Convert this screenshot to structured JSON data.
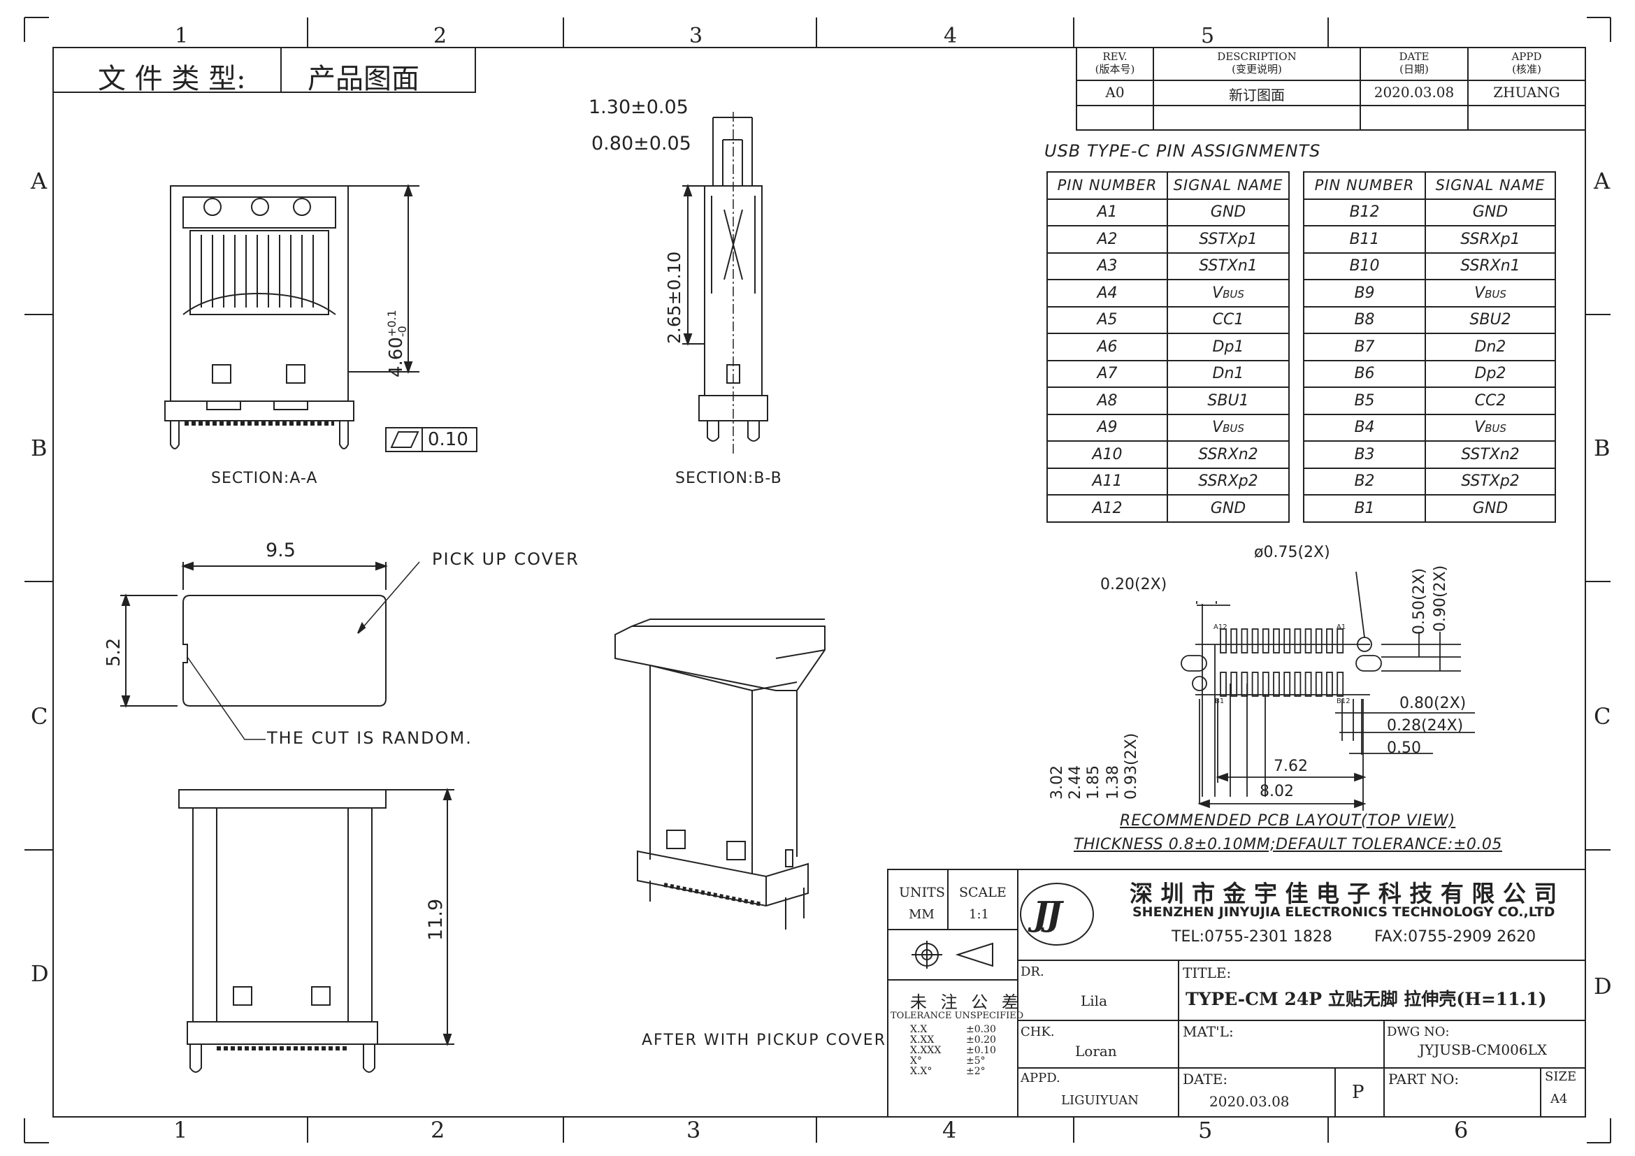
{
  "frame": {
    "col_numbers": [
      "1",
      "2",
      "3",
      "4",
      "5",
      "6"
    ],
    "row_letters": [
      "A",
      "B",
      "C",
      "D"
    ]
  },
  "doc_type": {
    "label": "文 件 类 型:",
    "value": "产品图面"
  },
  "revision": {
    "headers": [
      {
        "en": "REV.",
        "cn": "(版本号)"
      },
      {
        "en": "DESCRIPTION",
        "cn": "(变更说明)"
      },
      {
        "en": "DATE",
        "cn": "(日期)"
      },
      {
        "en": "APPD",
        "cn": "(核准)"
      }
    ],
    "rows": [
      {
        "rev": "A0",
        "desc": "新订图面",
        "date": "2020.03.08",
        "appd": "ZHUANG"
      }
    ]
  },
  "pin_table": {
    "title": "USB TYPE-C PIN ASSIGNMENTS",
    "col_pin": "PIN NUMBER",
    "col_signal": "SIGNAL NAME",
    "left": [
      [
        "A1",
        "GND"
      ],
      [
        "A2",
        "SSTXp1"
      ],
      [
        "A3",
        "SSTXn1"
      ],
      [
        "A4",
        "VBUS"
      ],
      [
        "A5",
        "CC1"
      ],
      [
        "A6",
        "Dp1"
      ],
      [
        "A7",
        "Dn1"
      ],
      [
        "A8",
        "SBU1"
      ],
      [
        "A9",
        "VBUS"
      ],
      [
        "A10",
        "SSRXn2"
      ],
      [
        "A11",
        "SSRXp2"
      ],
      [
        "A12",
        "GND"
      ]
    ],
    "right": [
      [
        "B12",
        "GND"
      ],
      [
        "B11",
        "SSRXp1"
      ],
      [
        "B10",
        "SSRXn1"
      ],
      [
        "B9",
        "VBUS"
      ],
      [
        "B8",
        "SBU2"
      ],
      [
        "B7",
        "Dn2"
      ],
      [
        "B6",
        "Dp2"
      ],
      [
        "B5",
        "CC2"
      ],
      [
        "B4",
        "VBUS"
      ],
      [
        "B3",
        "SSTXn2"
      ],
      [
        "B2",
        "SSTXp2"
      ],
      [
        "B1",
        "GND"
      ]
    ]
  },
  "views": {
    "section_aa": "SECTION:A-A",
    "section_bb": "SECTION:B-B",
    "dim_460": "4.60",
    "dim_460_tol_top": "+0.1",
    "dim_460_tol_bot": "-0",
    "flatness": "0.10",
    "dim_130": "1.30±0.05",
    "dim_080": "0.80±0.05",
    "dim_265": "2.65±0.10",
    "cover_width": "9.5",
    "cover_height": "5.2",
    "pick_up_cover": "PICK UP COVER",
    "cut_random": "THE CUT IS RANDOM.",
    "body_height": "11.9",
    "after_cover": "AFTER WITH PICKUP COVER"
  },
  "pcb": {
    "hole_dia": "ø0.75(2X)",
    "d020": "0.20(2X)",
    "d050v": "0.50(2X)",
    "d090v": "0.90(2X)",
    "d080": "0.80(2X)",
    "d028": "0.28(24X)",
    "d050": "0.50",
    "d762": "7.62",
    "d802": "8.02",
    "v302": "3.02",
    "v244": "2.44",
    "v185": "1.85",
    "v138": "1.38",
    "v093": "0.93(2X)",
    "lbl_a12": "A12",
    "lbl_a1": "A1",
    "lbl_b1": "B1",
    "lbl_b12": "B12",
    "caption": "RECOMMENDED PCB LAYOUT(TOP VIEW)",
    "thickness": "THICKNESS 0.8±0.10MM;DEFAULT TOLERANCE:±0.05"
  },
  "title_block": {
    "units_label": "UNITS",
    "units_value": "MM",
    "scale_label": "SCALE",
    "scale_value": "1:1",
    "company_cn": "深 圳 市 金 宇 佳 电 子 科 技 有 限 公 司",
    "company_en": "SHENZHEN JINYUJIA ELECTRONICS TECHNOLOGY CO.,LTD",
    "tel": "TEL:0755-2301 1828",
    "fax": "FAX:0755-2909 2620",
    "logo_text": "JJ",
    "tol_cn": "未 注 公 差",
    "tol_en": "TOLERANCE UNSPECIFIED",
    "tolerances": [
      [
        "X.X",
        "±0.30"
      ],
      [
        "X.XX",
        "±0.20"
      ],
      [
        "X.XXX",
        "±0.10"
      ],
      [
        "X°",
        "±5°"
      ],
      [
        "X.X°",
        "±2°"
      ]
    ],
    "dr_label": "DR.",
    "dr_value": "Lila",
    "chk_label": "CHK.",
    "chk_value": "Loran",
    "appd_label": "APPD.",
    "appd_value": "LIGUIYUAN",
    "title_label": "TITLE:",
    "title_value": "TYPE-CM 24P 立贴无脚 拉伸壳(H=11.1)",
    "matl_label": "MAT'L:",
    "dwg_label": "DWG NO:",
    "dwg_value": "JYJUSB-CM006LX",
    "date_label": "DATE:",
    "date_value": "2020.03.08",
    "p_label": "P",
    "part_label": "PART NO:",
    "size_label": "SIZE",
    "size_value": "A4"
  }
}
